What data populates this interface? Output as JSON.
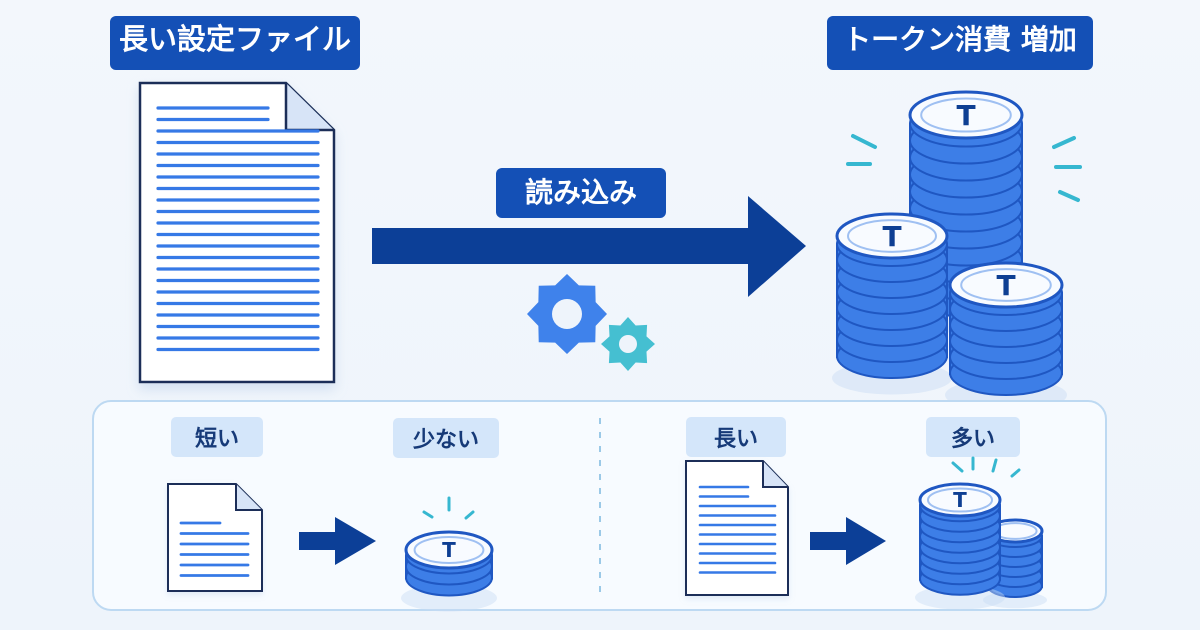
{
  "top": {
    "left_label": "長い設定ファイル",
    "right_label": "トークン消費 増加",
    "arrow_label": "読み込み"
  },
  "bottom": {
    "left": {
      "file_label": "短い",
      "token_label": "少ない"
    },
    "right": {
      "file_label": "長い",
      "token_label": "多い"
    }
  },
  "coin_letter": "T",
  "colors": {
    "background": "#eef4fb",
    "dark_pill": "#1450b6",
    "light_pill": "#d4e6fa",
    "arrow": "#0c3f97",
    "coin_fill": "#3d7ee7",
    "coin_stroke": "#1f57c2",
    "coin_top": "#f8fbff",
    "document_stroke": "#1a2f58",
    "document_line": "#3679e6",
    "gear_primary": "#3f82eb",
    "gear_secondary": "#45bfd1",
    "sparkle": "#36b7d0"
  }
}
